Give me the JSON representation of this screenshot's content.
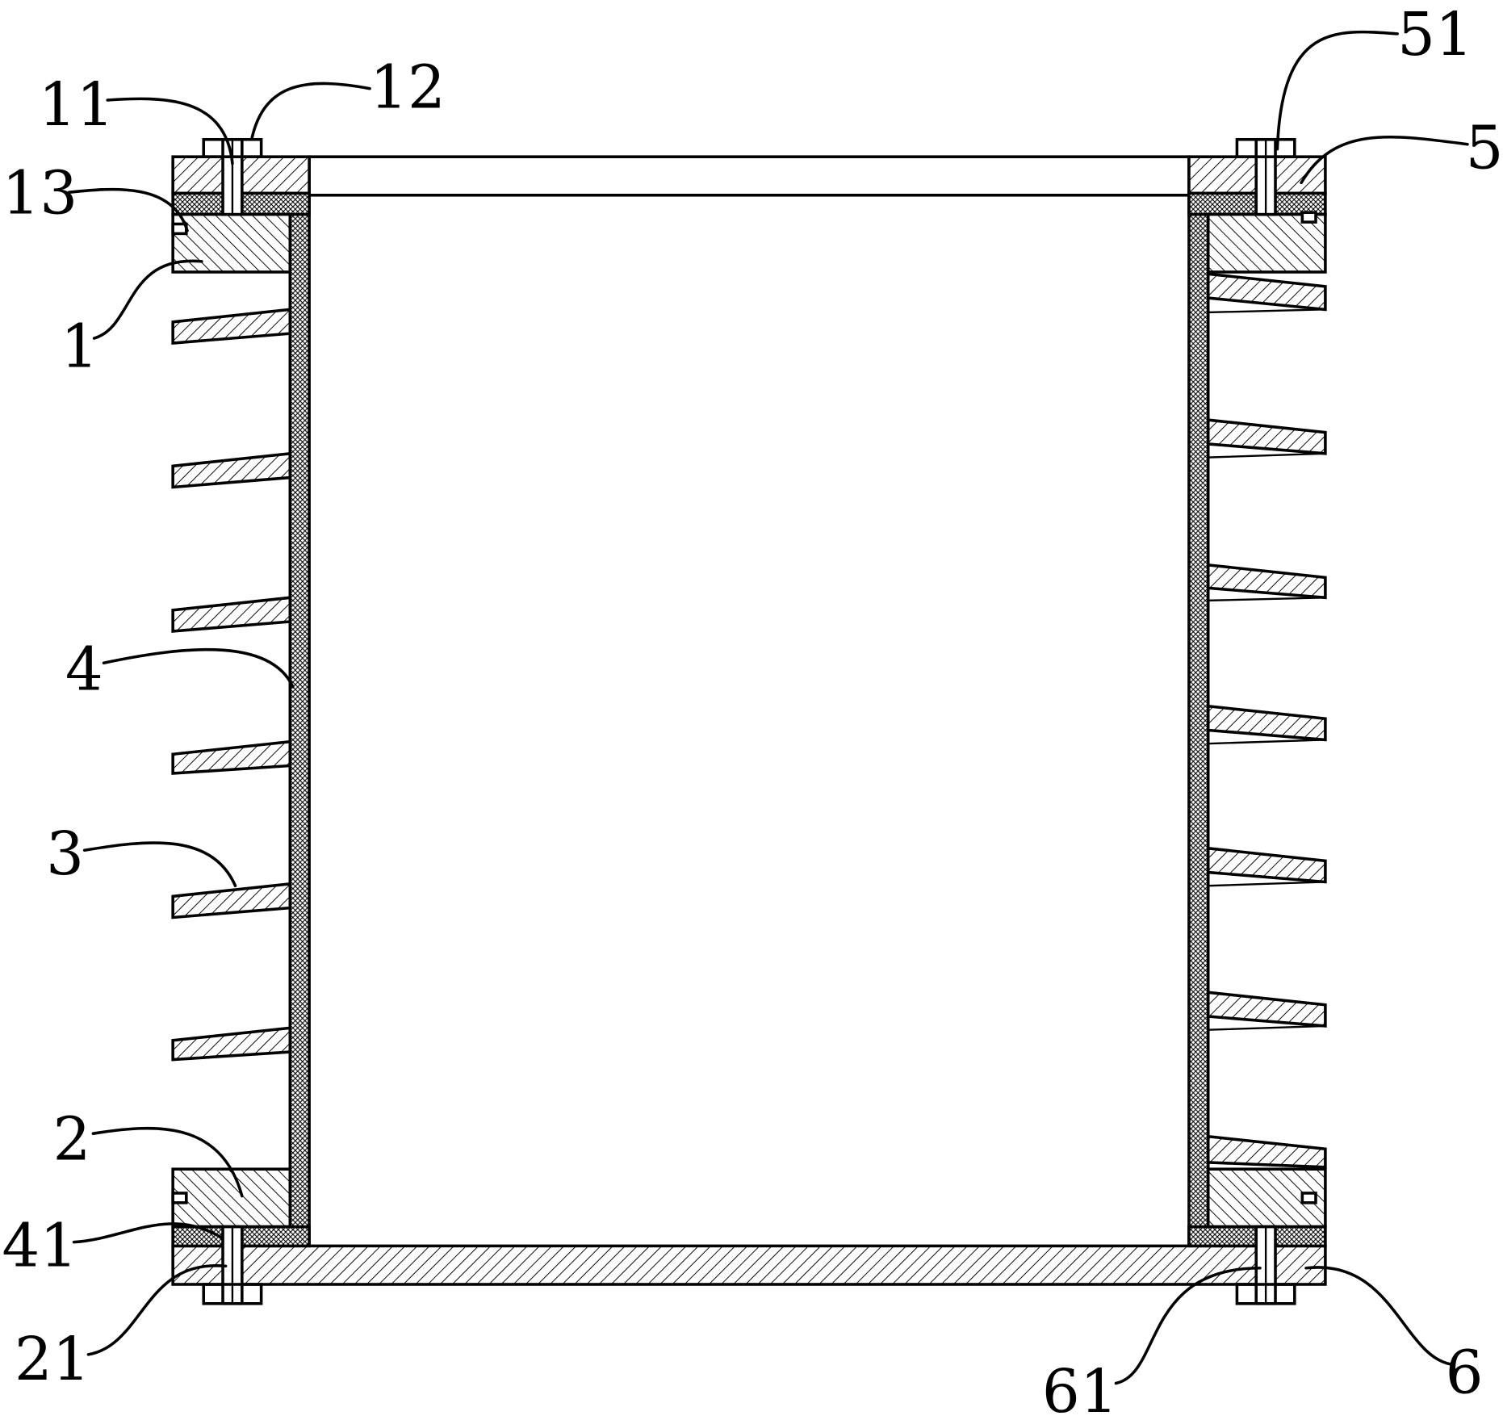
{
  "callouts": {
    "c11": "11",
    "c12": "12",
    "c51": "51",
    "c5": "5",
    "c13": "13",
    "c1": "1",
    "c4": "4",
    "c3": "3",
    "c2": "2",
    "c41": "41",
    "c21": "21",
    "c61": "61",
    "c6": "6"
  }
}
